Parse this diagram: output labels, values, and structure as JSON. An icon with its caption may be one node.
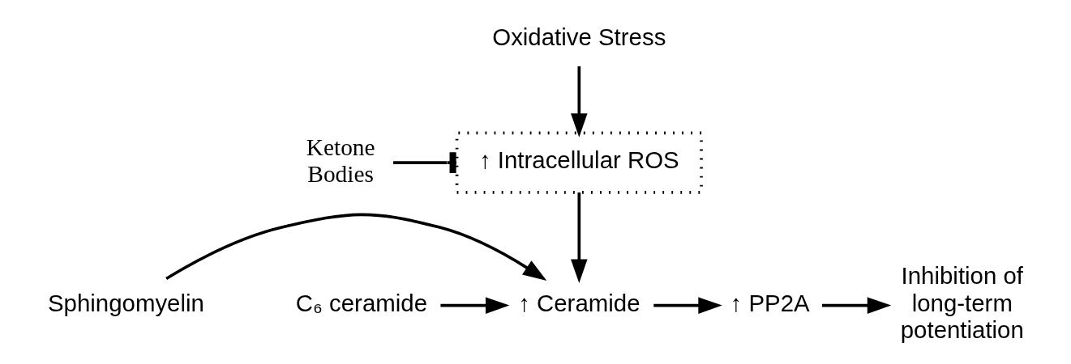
{
  "diagram": {
    "nodes": [
      {
        "text": [
          "Oxidative Stress"
        ]
      },
      {
        "text": [
          "Ketone Bodies"
        ]
      },
      {
        "text": [
          "↑ Intracellular ROS"
        ]
      },
      {
        "text": [
          "Sphingomyelin"
        ]
      },
      {
        "text": [
          "C₆ ceramide"
        ]
      },
      {
        "text": [
          "↑ Ceramide"
        ]
      },
      {
        "text": [
          "↑ PP2A"
        ]
      },
      {
        "text": [
          "Inhibition of long-term potentiation"
        ]
      }
    ],
    "edges": [
      {
        "from": 0,
        "to": 2,
        "arrow": "to"
      },
      {
        "from": 1,
        "to": 2,
        "arrow": "other"
      },
      {
        "from": 2,
        "to": 5,
        "arrow": "to"
      },
      {
        "from": 3,
        "to": 5,
        "arrow": "to"
      },
      {
        "from": 4,
        "to": 5,
        "arrow": "to"
      },
      {
        "from": 5,
        "to": 6,
        "arrow": "to"
      },
      {
        "from": 6,
        "to": 7,
        "arrow": "to"
      }
    ]
  }
}
